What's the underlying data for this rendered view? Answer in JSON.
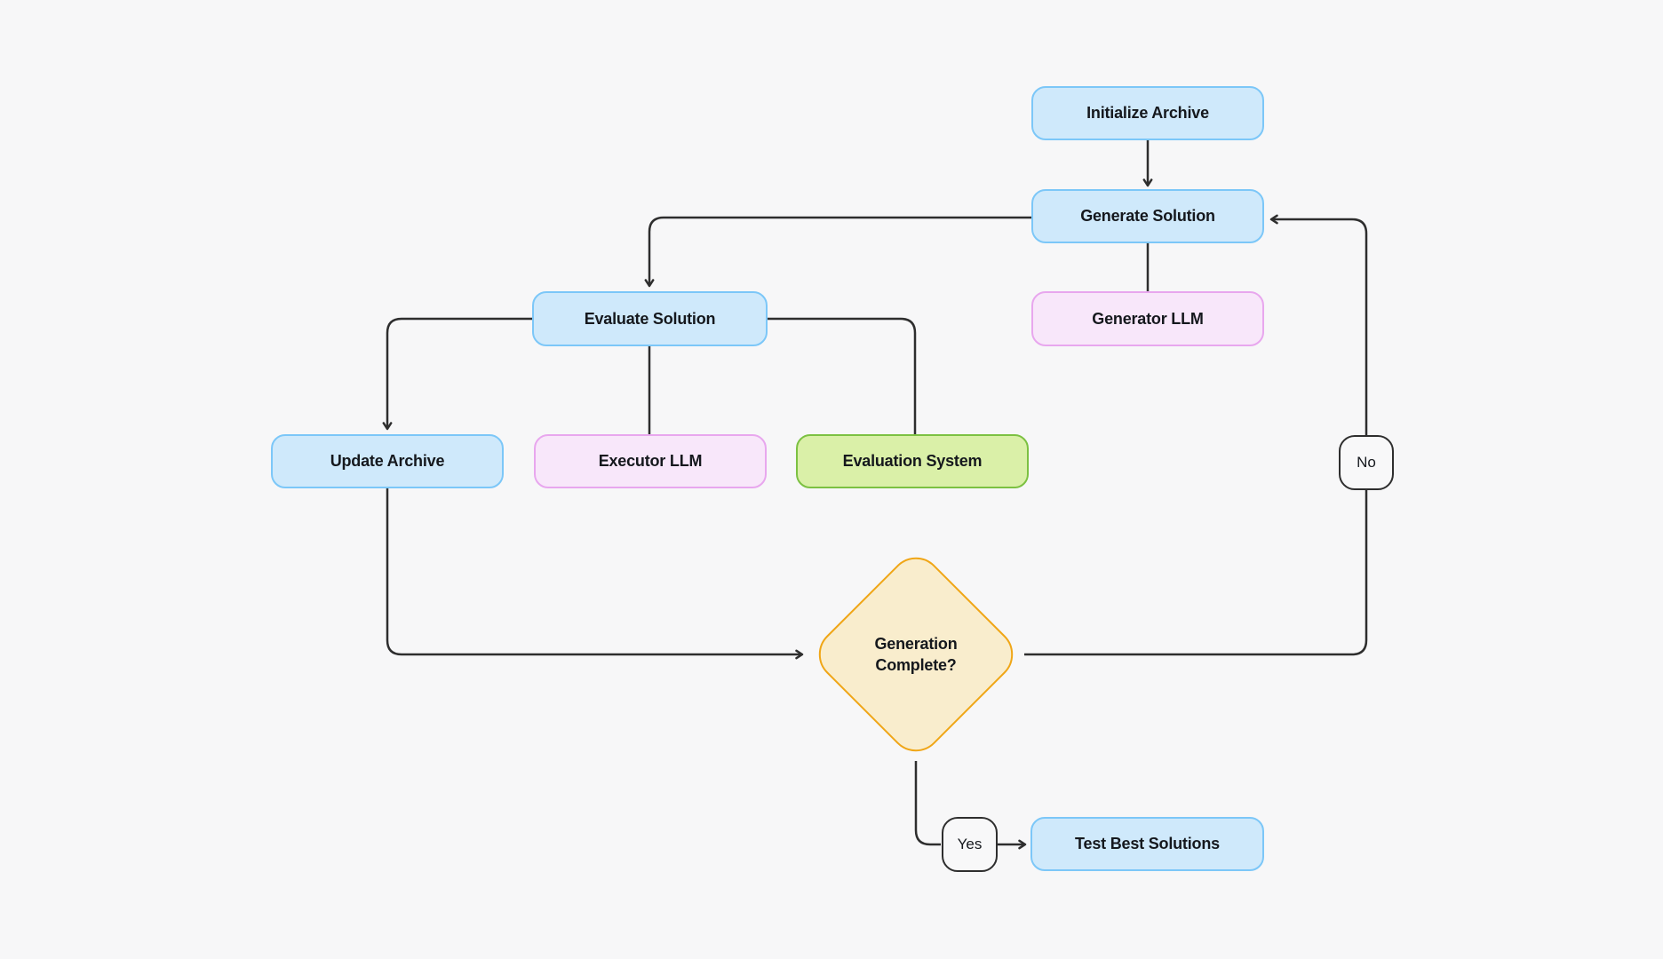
{
  "diagram": {
    "background": "#f7f7f8",
    "connector_color": "#2e2e2e",
    "palette": {
      "process_fill": "#cfe9fb",
      "process_border": "#7cc7f8",
      "llm_fill": "#f8e7fa",
      "llm_border": "#e8a7ee",
      "system_fill": "#daf0a8",
      "system_border": "#7cc142",
      "decision_fill": "#f9edcd",
      "decision_border": "#f0a617",
      "label_fill": "#f8f8f9",
      "label_border": "#2e2e2e",
      "text": "#15181d"
    },
    "nodes": {
      "initialize_archive": {
        "label": "Initialize Archive",
        "type": "process"
      },
      "generate_solution": {
        "label": "Generate Solution",
        "type": "process"
      },
      "generator_llm": {
        "label": "Generator LLM",
        "type": "llm"
      },
      "evaluate_solution": {
        "label": "Evaluate Solution",
        "type": "process"
      },
      "update_archive": {
        "label": "Update Archive",
        "type": "process"
      },
      "executor_llm": {
        "label": "Executor LLM",
        "type": "llm"
      },
      "evaluation_system": {
        "label": "Evaluation System",
        "type": "system"
      },
      "generation_complete": {
        "label": "Generation Complete?",
        "type": "decision"
      },
      "yes": {
        "label": "Yes",
        "type": "edge-label"
      },
      "no": {
        "label": "No",
        "type": "edge-label"
      },
      "test_best_solutions": {
        "label": "Test Best Solutions",
        "type": "process"
      }
    },
    "edges": [
      {
        "from": "Initialize Archive",
        "to": "Generate Solution",
        "arrow": true
      },
      {
        "from": "Generate Solution",
        "to": "Generator LLM",
        "arrow": false
      },
      {
        "from": "Generate Solution",
        "to": "Evaluate Solution",
        "arrow": true
      },
      {
        "from": "Evaluate Solution",
        "to": "Update Archive",
        "arrow": true
      },
      {
        "from": "Evaluate Solution",
        "to": "Executor LLM",
        "arrow": false
      },
      {
        "from": "Evaluate Solution",
        "to": "Evaluation System",
        "arrow": false
      },
      {
        "from": "Update Archive",
        "to": "Generation Complete?",
        "arrow": true
      },
      {
        "from": "Generation Complete?",
        "to": "Test Best Solutions",
        "label": "Yes",
        "arrow": true
      },
      {
        "from": "Generation Complete?",
        "to": "Generate Solution",
        "label": "No",
        "arrow": true
      }
    ]
  }
}
